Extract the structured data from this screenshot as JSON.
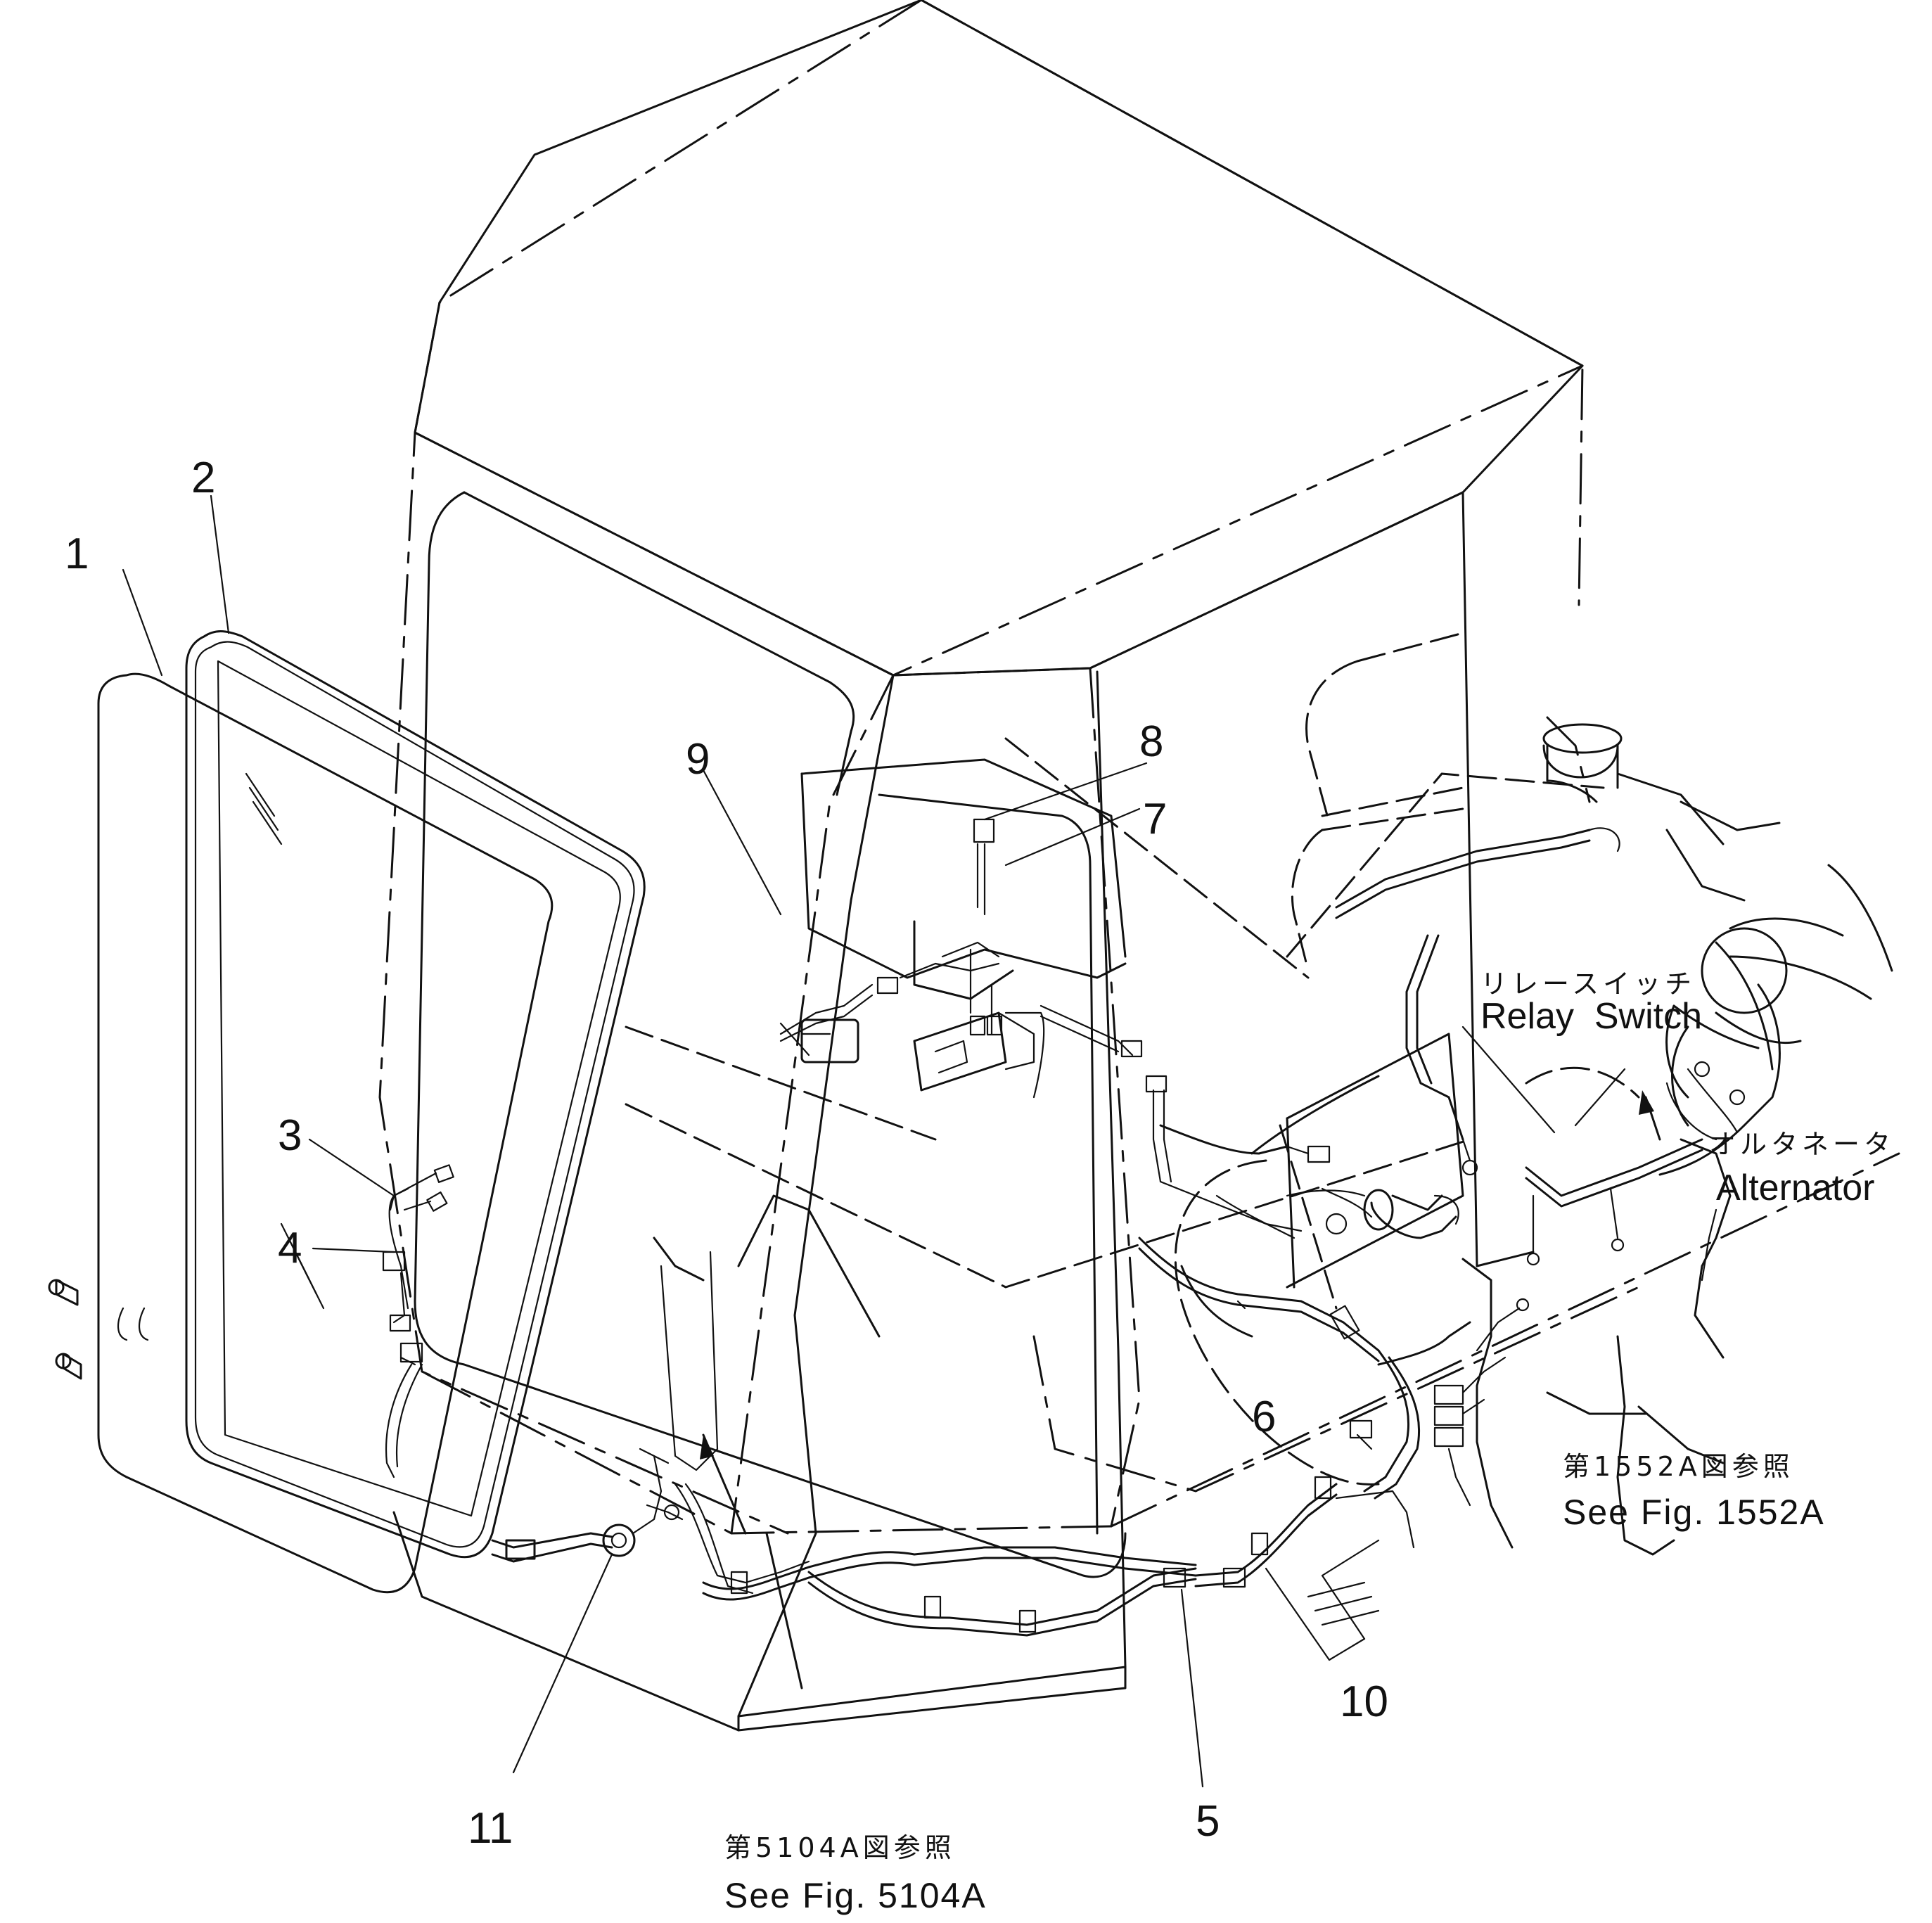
{
  "callouts": [
    {
      "id": "1",
      "label": "1"
    },
    {
      "id": "2",
      "label": "2"
    },
    {
      "id": "3",
      "label": "3"
    },
    {
      "id": "4",
      "label": "4"
    },
    {
      "id": "5",
      "label": "5"
    },
    {
      "id": "6",
      "label": "6"
    },
    {
      "id": "7",
      "label": "7"
    },
    {
      "id": "8",
      "label": "8"
    },
    {
      "id": "9",
      "label": "9"
    },
    {
      "id": "10",
      "label": "10"
    },
    {
      "id": "11",
      "label": "11"
    }
  ],
  "labels": {
    "relay_switch_jp": "リレースイッチ",
    "relay_switch_en": "Relay  Switch",
    "alternator_jp": "オルタネータ",
    "alternator_en": "Alternator",
    "ref_1552_jp": "第1552A図参照",
    "ref_1552_en": "See Fig. 1552A",
    "ref_5104_jp": "第5104A図参照",
    "ref_5104_en": "See Fig. 5104A"
  }
}
